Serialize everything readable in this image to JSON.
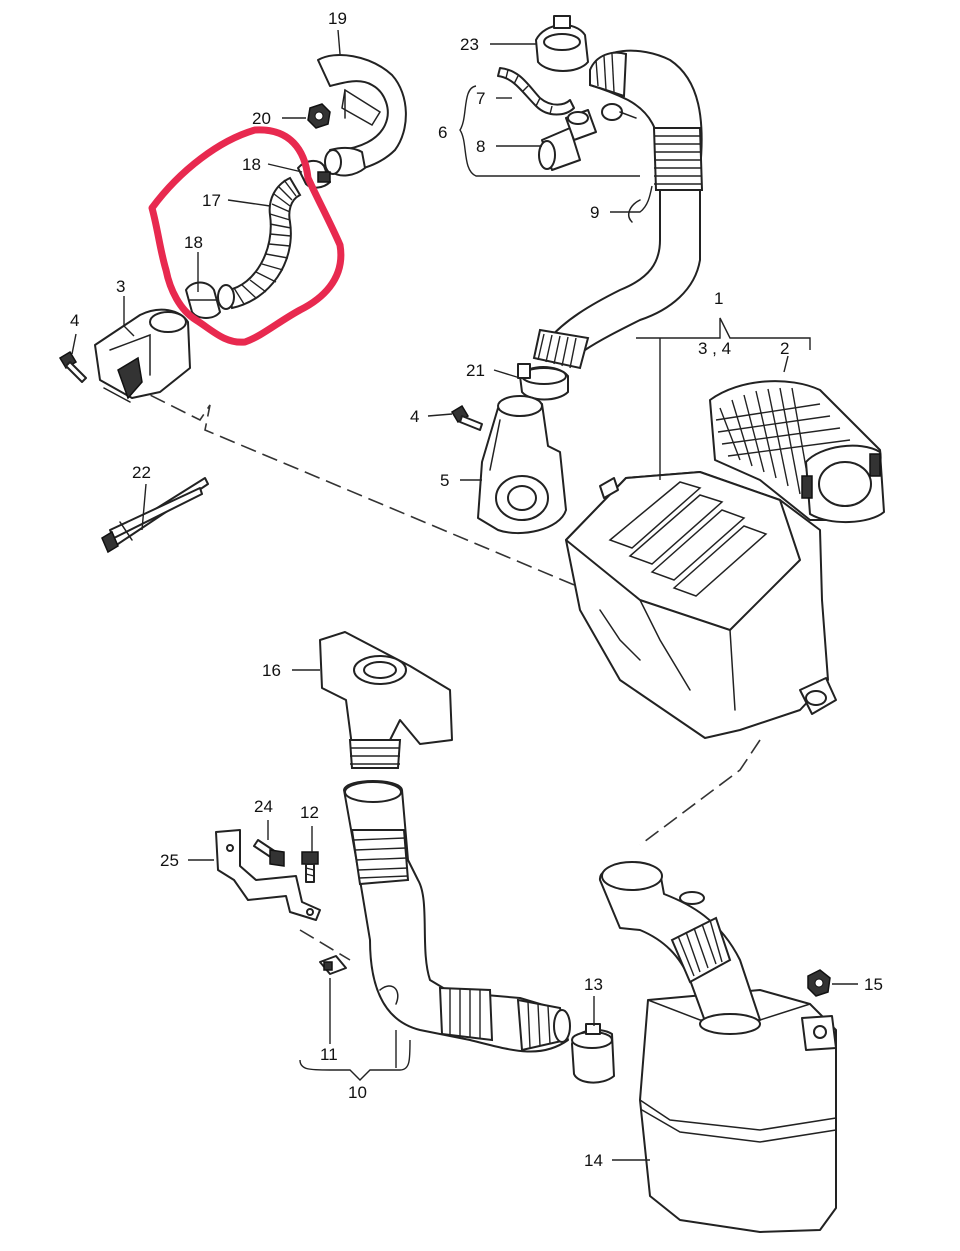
{
  "diagram": {
    "labels": {
      "p1": "1",
      "p2": "2",
      "p3": "3",
      "p3_4": "3 , 4",
      "p4a": "4",
      "p4b": "4",
      "p5": "5",
      "p6": "6",
      "p7": "7",
      "p8": "8",
      "p9": "9",
      "p10": "10",
      "p11": "11",
      "p12": "12",
      "p13": "13",
      "p14": "14",
      "p15": "15",
      "p16": "16",
      "p17": "17",
      "p18a": "18",
      "p18b": "18",
      "p19": "19",
      "p20": "20",
      "p21": "21",
      "p22": "22",
      "p23": "23",
      "p24": "24",
      "p25": "25"
    },
    "highlight_color": "#e8294f",
    "line_color": "#222222"
  }
}
